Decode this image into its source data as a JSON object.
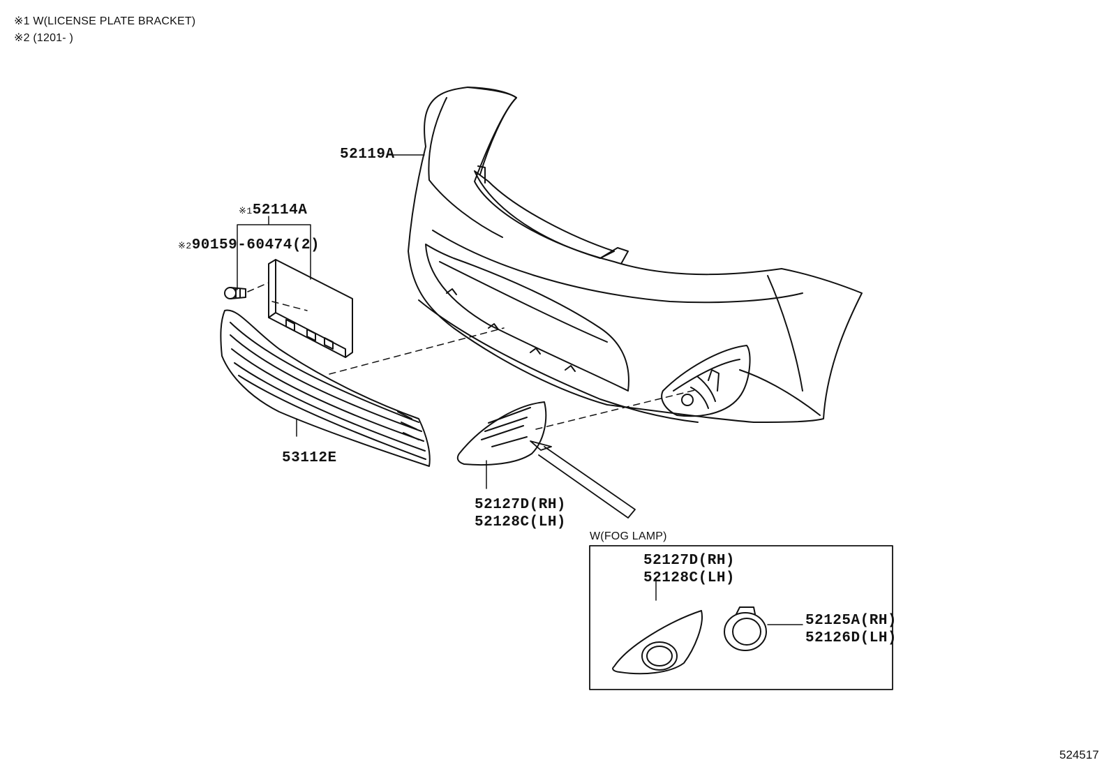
{
  "notes": {
    "note1": "※1 W(LICENSE PLATE BRACKET)",
    "note2": "※2 (1201-        )"
  },
  "parts": {
    "bumper_cover": "52119A",
    "plate_bracket_mark": "※1",
    "plate_bracket": "52114A",
    "bolt_mark": "※2",
    "bolt": "90159-60474(2)",
    "lower_grille": "53112E",
    "cover_rh": "52127D(RH)",
    "cover_lh": "52128C(LH)"
  },
  "fog_lamp_box": {
    "title": "W(FOG LAMP)",
    "cover_rh": "52127D(RH)",
    "cover_lh": "52128C(LH)",
    "lamp_rh": "52125A(RH)",
    "lamp_lh": "52126D(LH)"
  },
  "catalog_id": "524517",
  "colors": {
    "line": "#111111",
    "background": "#ffffff"
  }
}
